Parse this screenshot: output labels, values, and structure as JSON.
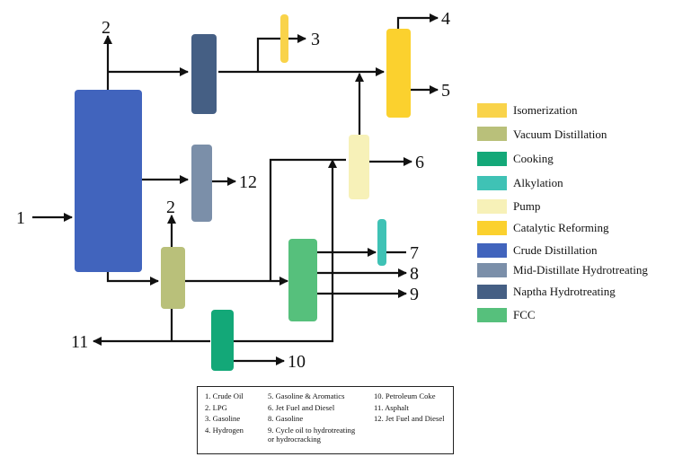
{
  "stream_labels": {
    "n1": "1",
    "n2_top": "2",
    "n2_mid": "2",
    "n3": "3",
    "n4": "4",
    "n5": "5",
    "n6": "6",
    "n7": "7",
    "n8": "8",
    "n9": "9",
    "n10": "10",
    "n11": "11",
    "n12": "12"
  },
  "legend": [
    {
      "label": "Isomerization",
      "color": "#f9d34a"
    },
    {
      "label": "Vacuum Distillation",
      "color": "#b9c07a"
    },
    {
      "label": "Cooking",
      "color": "#13a878"
    },
    {
      "label": "Alkylation",
      "color": "#3fc2b5"
    },
    {
      "label": "Pump",
      "color": "#f7f1b8"
    },
    {
      "label": "Catalytic Reforming",
      "color": "#fbd12e"
    },
    {
      "label": "Crude Distillation",
      "color": "#4164bd"
    },
    {
      "label": "Mid-Distillate Hydrotreating",
      "color": "#7b8fa9"
    },
    {
      "label": "Naptha Hydrotreating",
      "color": "#455f84"
    },
    {
      "label": "FCC",
      "color": "#56c07c"
    }
  ],
  "key": {
    "col1": [
      "1. Crude Oil",
      "2. LPG",
      "3. Gasoline",
      "4. Hydrogen"
    ],
    "col2": [
      "5. Gasoline & Aromatics",
      "6. Jet Fuel and Diesel",
      "8. Gasoline",
      "9. Cycle oil to hydrotreating",
      "or hydrocracking"
    ],
    "col3": [
      "10. Petroleum Coke",
      "11. Asphalt",
      "12. Jet Fuel and Diesel"
    ]
  }
}
